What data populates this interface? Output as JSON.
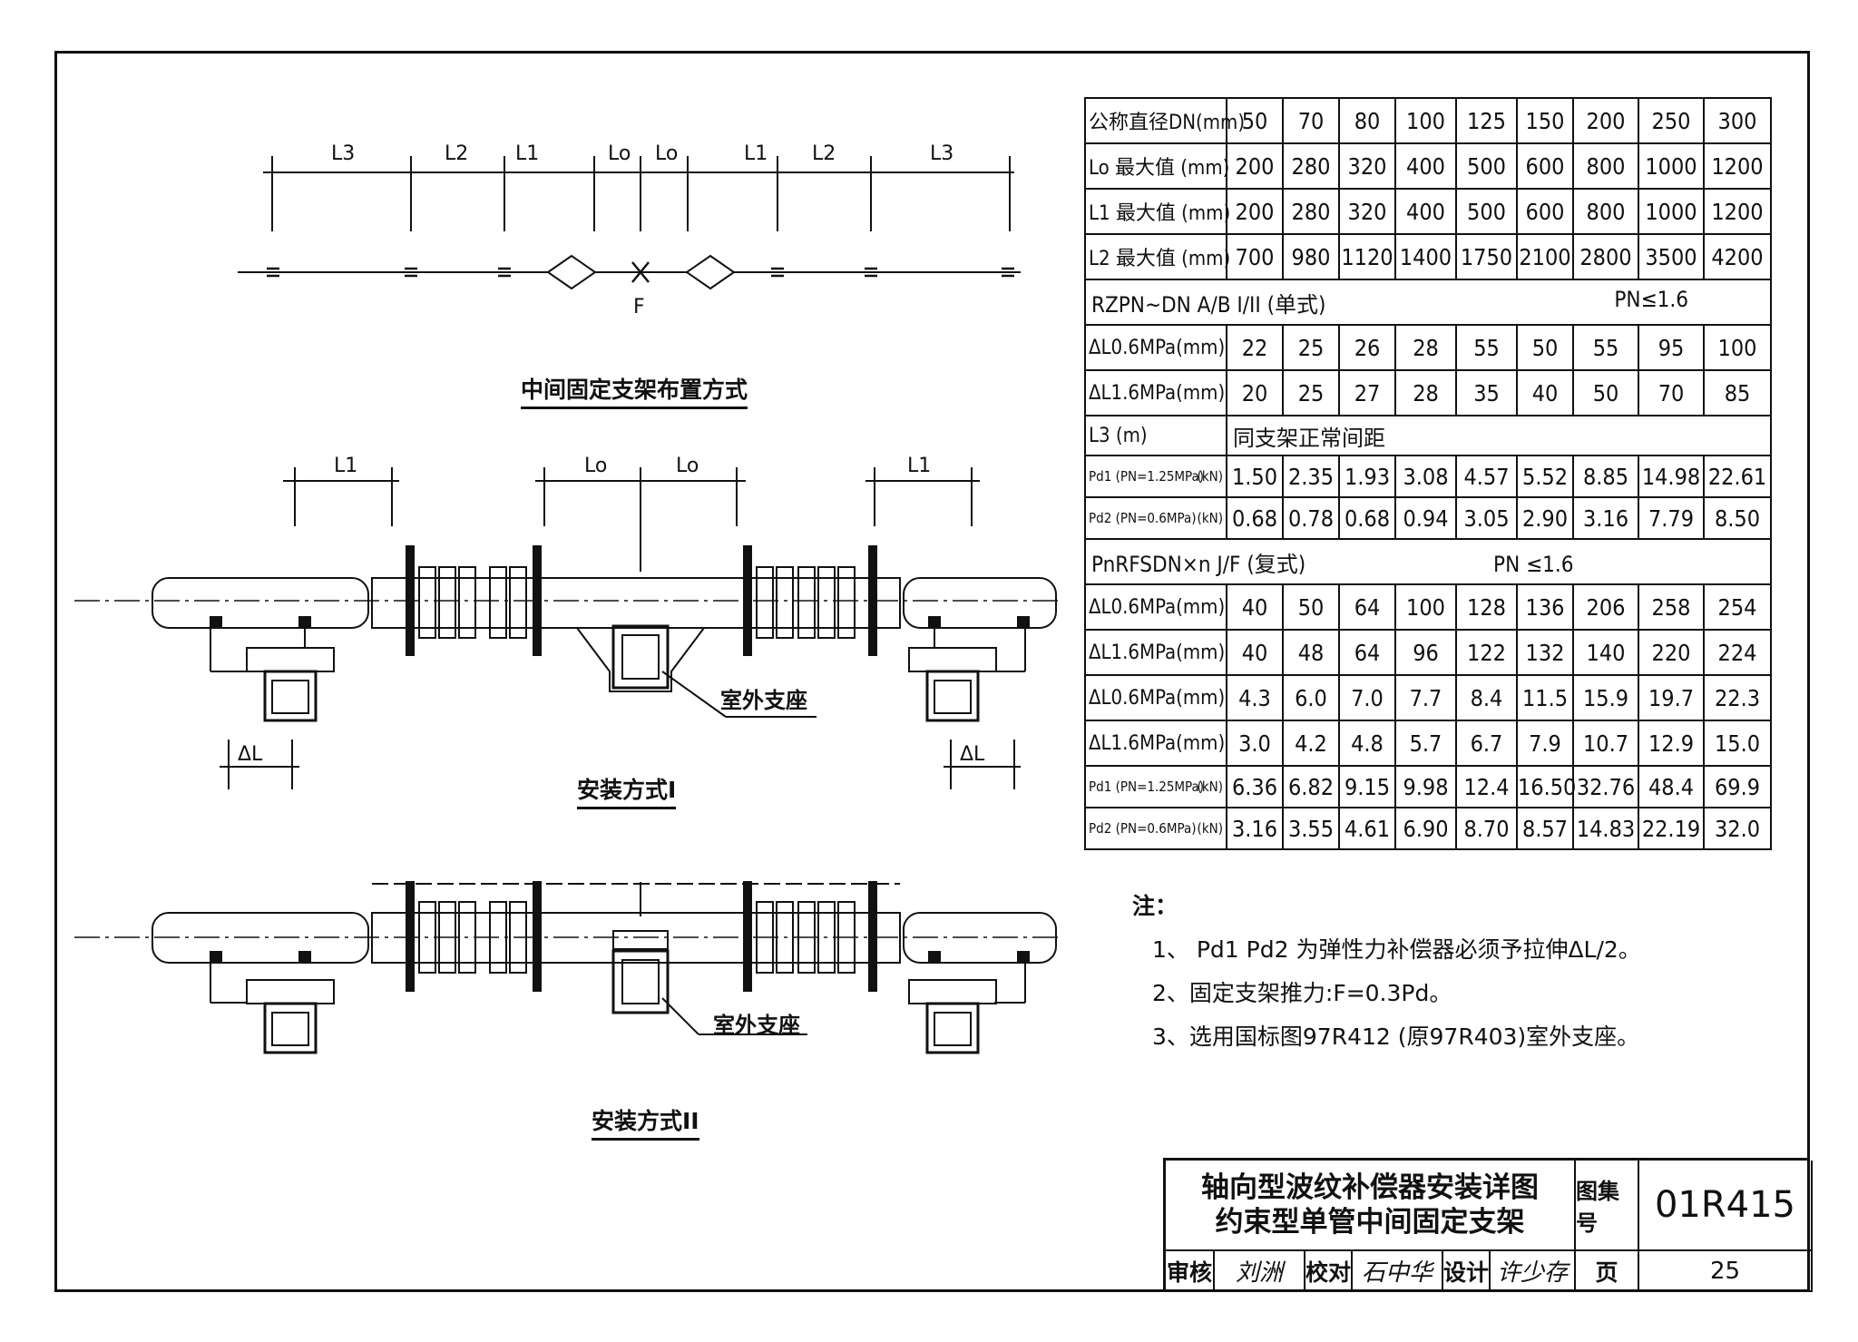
{
  "drawing": {
    "layout_caption": "中间固定支架布置方式",
    "fixed_point_label": "F",
    "dims_top": [
      "L3",
      "L2",
      "L1",
      "Lo",
      "Lo",
      "L1",
      "L2",
      "L3"
    ],
    "install1_caption": "安装方式I",
    "install2_caption": "安装方式II",
    "support_label": "室外支座",
    "dim_l1": "L1",
    "dim_lo": "Lo",
    "dim_dl": "ΔL"
  },
  "table": {
    "row_dn": {
      "label": "公称直径DN(mm)",
      "values": [
        "50",
        "70",
        "80",
        "100",
        "125",
        "150",
        "200",
        "250",
        "300"
      ]
    },
    "row_lo": {
      "label": "Lo 最大值 (mm)",
      "values": [
        "200",
        "280",
        "320",
        "400",
        "500",
        "600",
        "800",
        "1000",
        "1200"
      ]
    },
    "row_l1": {
      "label": "L1 最大值 (mm)",
      "values": [
        "200",
        "280",
        "320",
        "400",
        "500",
        "600",
        "800",
        "1000",
        "1200"
      ]
    },
    "row_l2": {
      "label": "L2 最大值 (mm)",
      "values": [
        "700",
        "980",
        "1120",
        "1400",
        "1750",
        "2100",
        "2800",
        "3500",
        "4200"
      ]
    },
    "single_header": {
      "label": "RZPN~DN A/B I/II (单式)",
      "pn": "PN≤1.6"
    },
    "s_dl06": {
      "label": "ΔL0.6MPa(mm)",
      "values": [
        "22",
        "25",
        "26",
        "28",
        "55",
        "50",
        "55",
        "95",
        "100"
      ]
    },
    "s_dl16": {
      "label": "ΔL1.6MPa(mm)",
      "values": [
        "20",
        "25",
        "27",
        "28",
        "35",
        "40",
        "50",
        "70",
        "85"
      ]
    },
    "row_l3": {
      "label": "L3 (m)",
      "value": "同支架正常间距"
    },
    "s_pd1": {
      "label": "Pd1 (PN=1.25MPa)",
      "unit": "(kN)",
      "values": [
        "1.50",
        "2.35",
        "1.93",
        "3.08",
        "4.57",
        "5.52",
        "8.85",
        "14.98",
        "22.61"
      ]
    },
    "s_pd2": {
      "label": "Pd2 (PN=0.6MPa)",
      "unit": "(kN)",
      "values": [
        "0.68",
        "0.78",
        "0.68",
        "0.94",
        "3.05",
        "2.90",
        "3.16",
        "7.79",
        "8.50"
      ]
    },
    "compound_header": {
      "label": "PnRFSDN×n J/F (复式)",
      "pn": "PN ≤1.6"
    },
    "c_dl06": {
      "label": "ΔL0.6MPa(mm)",
      "values": [
        "40",
        "50",
        "64",
        "100",
        "128",
        "136",
        "206",
        "258",
        "254"
      ]
    },
    "c_dl16": {
      "label": "ΔL1.6MPa(mm)",
      "values": [
        "40",
        "48",
        "64",
        "96",
        "122",
        "132",
        "140",
        "220",
        "224"
      ]
    },
    "c_dl06b": {
      "label": "ΔL0.6MPa(mm)",
      "values": [
        "4.3",
        "6.0",
        "7.0",
        "7.7",
        "8.4",
        "11.5",
        "15.9",
        "19.7",
        "22.3"
      ]
    },
    "c_dl16b": {
      "label": "ΔL1.6MPa(mm)",
      "values": [
        "3.0",
        "4.2",
        "4.8",
        "5.7",
        "6.7",
        "7.9",
        "10.7",
        "12.9",
        "15.0"
      ]
    },
    "c_pd1": {
      "label": "Pd1 (PN=1.25MPa)",
      "unit": "(kN)",
      "values": [
        "6.36",
        "6.82",
        "9.15",
        "9.98",
        "12.4",
        "16.50",
        "32.76",
        "48.4",
        "69.9"
      ]
    },
    "c_pd2": {
      "label": "Pd2 (PN=0.6MPa)",
      "unit": "(kN)",
      "values": [
        "3.16",
        "3.55",
        "4.61",
        "6.90",
        "8.70",
        "8.57",
        "14.83",
        "22.19",
        "32.0"
      ]
    }
  },
  "notes": {
    "title": "注：",
    "items": [
      "1、 Pd1 Pd2 为弹性力补偿器必须予拉伸ΔL/2。",
      "2、固定支架推力:F=0.3Pd。",
      "3、选用国标图97R412 (原97R403)室外支座。"
    ]
  },
  "title_block": {
    "title_line1": "轴向型波纹补偿器安装详图",
    "title_line2": "约束型单管中间固定支架",
    "atlas_label": "图集号",
    "atlas_no": "01R415",
    "review_label": "审核",
    "review_sig": "刘洲",
    "check_label": "校对",
    "check_sig": "石中华",
    "design_label": "设计",
    "design_sig": "许少存",
    "page_label": "页",
    "page_no": "25"
  }
}
